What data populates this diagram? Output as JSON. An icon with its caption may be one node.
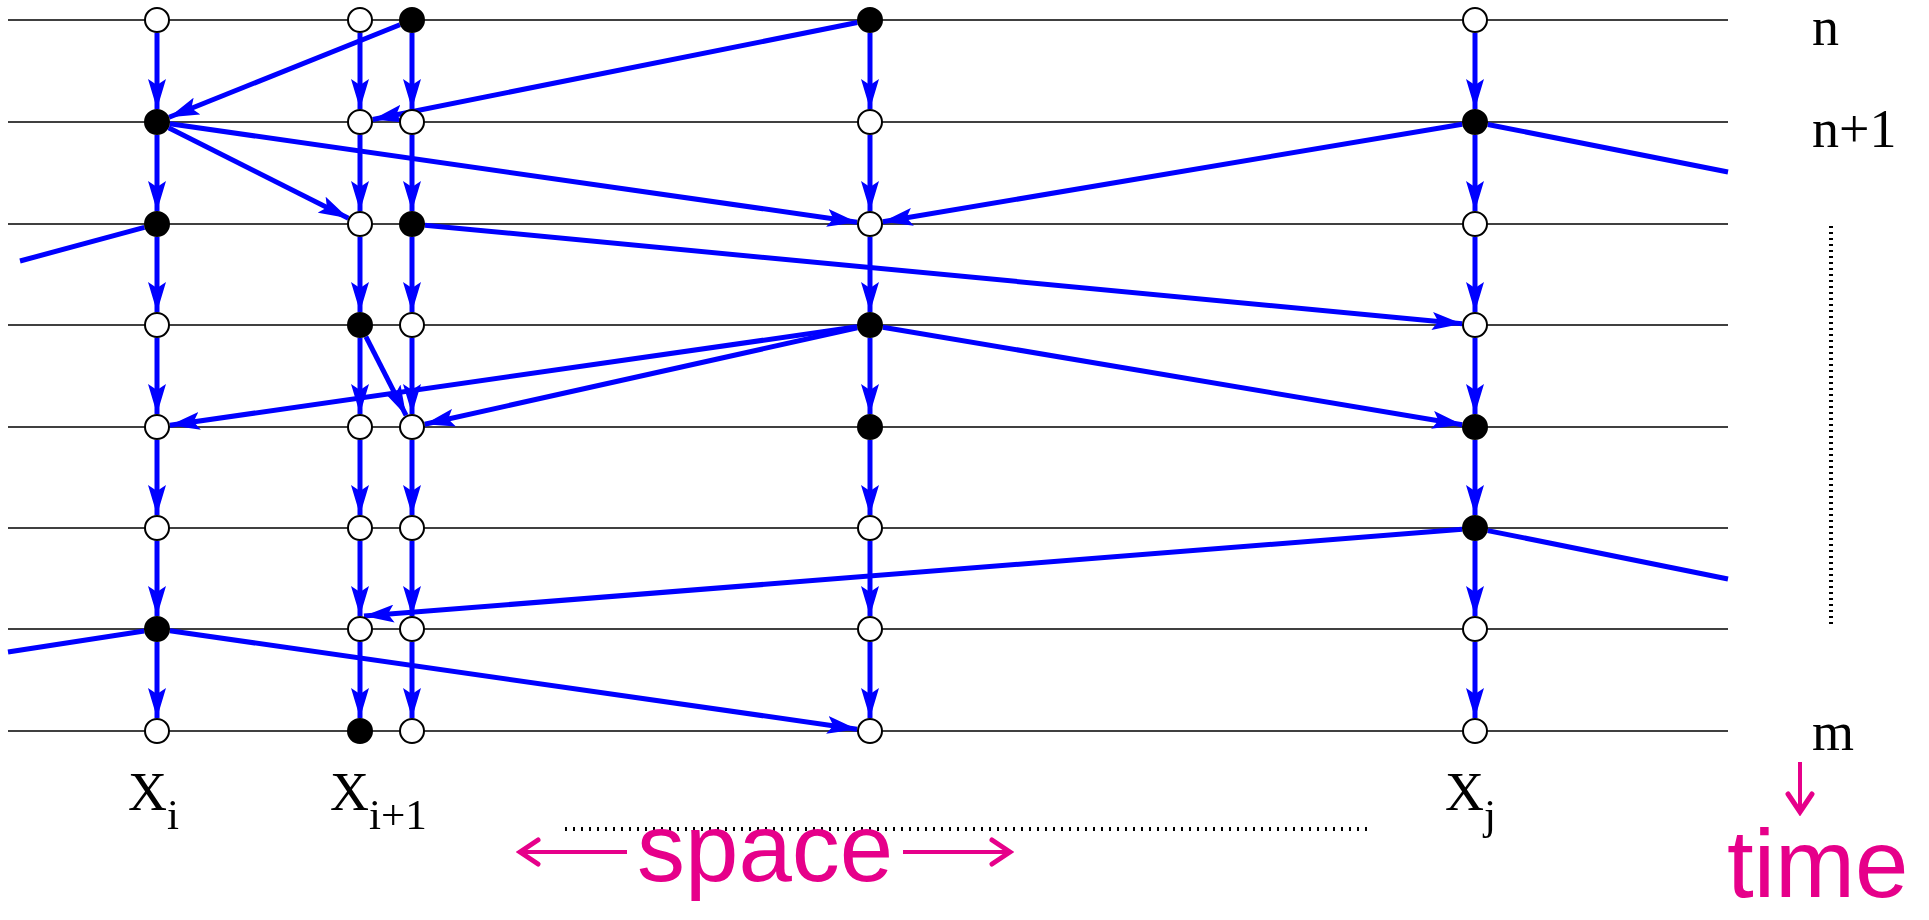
{
  "diagram": {
    "nodes": [
      {
        "text": [],
        "shape": "circle"
      },
      {
        "text": [],
        "shape": "circle"
      },
      {
        "text": [],
        "shape": "dot"
      },
      {
        "text": [],
        "shape": "dot"
      },
      {
        "text": [],
        "shape": "circle"
      },
      {
        "text": [],
        "shape": "dot"
      },
      {
        "text": [],
        "shape": "circle"
      },
      {
        "text": [],
        "shape": "circle"
      },
      {
        "text": [],
        "shape": "circle"
      },
      {
        "text": [],
        "shape": "dot"
      },
      {
        "text": [],
        "shape": "dot"
      },
      {
        "text": [],
        "shape": "circle"
      },
      {
        "text": [],
        "shape": "dot"
      },
      {
        "text": [],
        "shape": "circle"
      },
      {
        "text": [],
        "shape": "circle"
      },
      {
        "text": [],
        "shape": "circle"
      },
      {
        "text": [],
        "shape": "dot"
      },
      {
        "text": [],
        "shape": "circle"
      },
      {
        "text": [],
        "shape": "dot"
      },
      {
        "text": [],
        "shape": "circle"
      },
      {
        "text": [],
        "shape": "circle"
      },
      {
        "text": [],
        "shape": "circle"
      },
      {
        "text": [],
        "shape": "circle"
      },
      {
        "text": [],
        "shape": "dot"
      },
      {
        "text": [],
        "shape": "dot"
      },
      {
        "text": [],
        "shape": "circle"
      },
      {
        "text": [],
        "shape": "circle"
      },
      {
        "text": [],
        "shape": "circle"
      },
      {
        "text": [],
        "shape": "circle"
      },
      {
        "text": [],
        "shape": "dot"
      },
      {
        "text": [],
        "shape": "dot"
      },
      {
        "text": [],
        "shape": "circle"
      },
      {
        "text": [],
        "shape": "circle"
      },
      {
        "text": [],
        "shape": "circle"
      },
      {
        "text": [],
        "shape": "circle"
      },
      {
        "text": [],
        "shape": "circle"
      },
      {
        "text": [],
        "shape": "dot"
      },
      {
        "text": [],
        "shape": "circle"
      },
      {
        "text": [],
        "shape": "circle"
      },
      {
        "text": [],
        "shape": "circle"
      }
    ],
    "edges": [
      {
        "from": 0,
        "to": 5,
        "arrow": "to"
      },
      {
        "from": 1,
        "to": 6,
        "arrow": "to"
      },
      {
        "from": 2,
        "to": 7,
        "arrow": "to"
      },
      {
        "from": 3,
        "to": 8,
        "arrow": "to"
      },
      {
        "from": 4,
        "to": 9,
        "arrow": "to"
      },
      {
        "from": 5,
        "to": 10,
        "arrow": "to"
      },
      {
        "from": 6,
        "to": 11,
        "arrow": "to"
      },
      {
        "from": 7,
        "to": 12,
        "arrow": "to"
      },
      {
        "from": 8,
        "to": 13,
        "arrow": "to"
      },
      {
        "from": 9,
        "to": 14,
        "arrow": "to"
      },
      {
        "from": 10,
        "to": 15,
        "arrow": "to"
      },
      {
        "from": 11,
        "to": 16,
        "arrow": "to"
      },
      {
        "from": 12,
        "to": 17,
        "arrow": "to"
      },
      {
        "from": 13,
        "to": 18,
        "arrow": "to"
      },
      {
        "from": 14,
        "to": 19,
        "arrow": "to"
      },
      {
        "from": 15,
        "to": 20,
        "arrow": "to"
      },
      {
        "from": 16,
        "to": 21,
        "arrow": "to"
      },
      {
        "from": 17,
        "to": 22,
        "arrow": "to"
      },
      {
        "from": 18,
        "to": 23,
        "arrow": "to"
      },
      {
        "from": 19,
        "to": 24,
        "arrow": "to"
      },
      {
        "from": 20,
        "to": 25,
        "arrow": "to"
      },
      {
        "from": 21,
        "to": 26,
        "arrow": "to"
      },
      {
        "from": 22,
        "to": 27,
        "arrow": "to"
      },
      {
        "from": 23,
        "to": 28,
        "arrow": "to"
      },
      {
        "from": 24,
        "to": 29,
        "arrow": "to"
      },
      {
        "from": 25,
        "to": 30,
        "arrow": "to"
      },
      {
        "from": 26,
        "to": 31,
        "arrow": "to"
      },
      {
        "from": 27,
        "to": 32,
        "arrow": "to"
      },
      {
        "from": 28,
        "to": 33,
        "arrow": "to"
      },
      {
        "from": 29,
        "to": 34,
        "arrow": "to"
      },
      {
        "from": 30,
        "to": 35,
        "arrow": "to"
      },
      {
        "from": 31,
        "to": 36,
        "arrow": "to"
      },
      {
        "from": 32,
        "to": 37,
        "arrow": "to"
      },
      {
        "from": 33,
        "to": 38,
        "arrow": "to"
      },
      {
        "from": 34,
        "to": 39,
        "arrow": "to"
      },
      {
        "from": 2,
        "to": 5,
        "arrow": "to"
      },
      {
        "from": 3,
        "to": 6,
        "arrow": "to"
      },
      {
        "from": 5,
        "to": 11,
        "arrow": "to"
      },
      {
        "from": 5,
        "to": 13,
        "arrow": "to"
      },
      {
        "from": 9,
        "to": 13,
        "arrow": "to"
      },
      {
        "from": 9,
        "to": null,
        "arrow": "none"
      },
      {
        "from": null,
        "to": 10,
        "arrow": "none"
      },
      {
        "from": 12,
        "to": 19,
        "arrow": "to"
      },
      {
        "from": 16,
        "to": 22,
        "arrow": "to"
      },
      {
        "from": 18,
        "to": 20,
        "arrow": "to"
      },
      {
        "from": 18,
        "to": 22,
        "arrow": "to"
      },
      {
        "from": 18,
        "to": 24,
        "arrow": "to"
      },
      {
        "from": 29,
        "to": 31,
        "arrow": "to"
      },
      {
        "from": 29,
        "to": null,
        "arrow": "none"
      },
      {
        "from": null,
        "to": 30,
        "arrow": "none"
      },
      {
        "from": 30,
        "to": 38,
        "arrow": "to"
      }
    ],
    "labels": [
      "n",
      "n+1",
      "m",
      "X$_{i}$",
      "X$_{i+1}$",
      "X$_{j}$",
      "space",
      "time"
    ]
  }
}
